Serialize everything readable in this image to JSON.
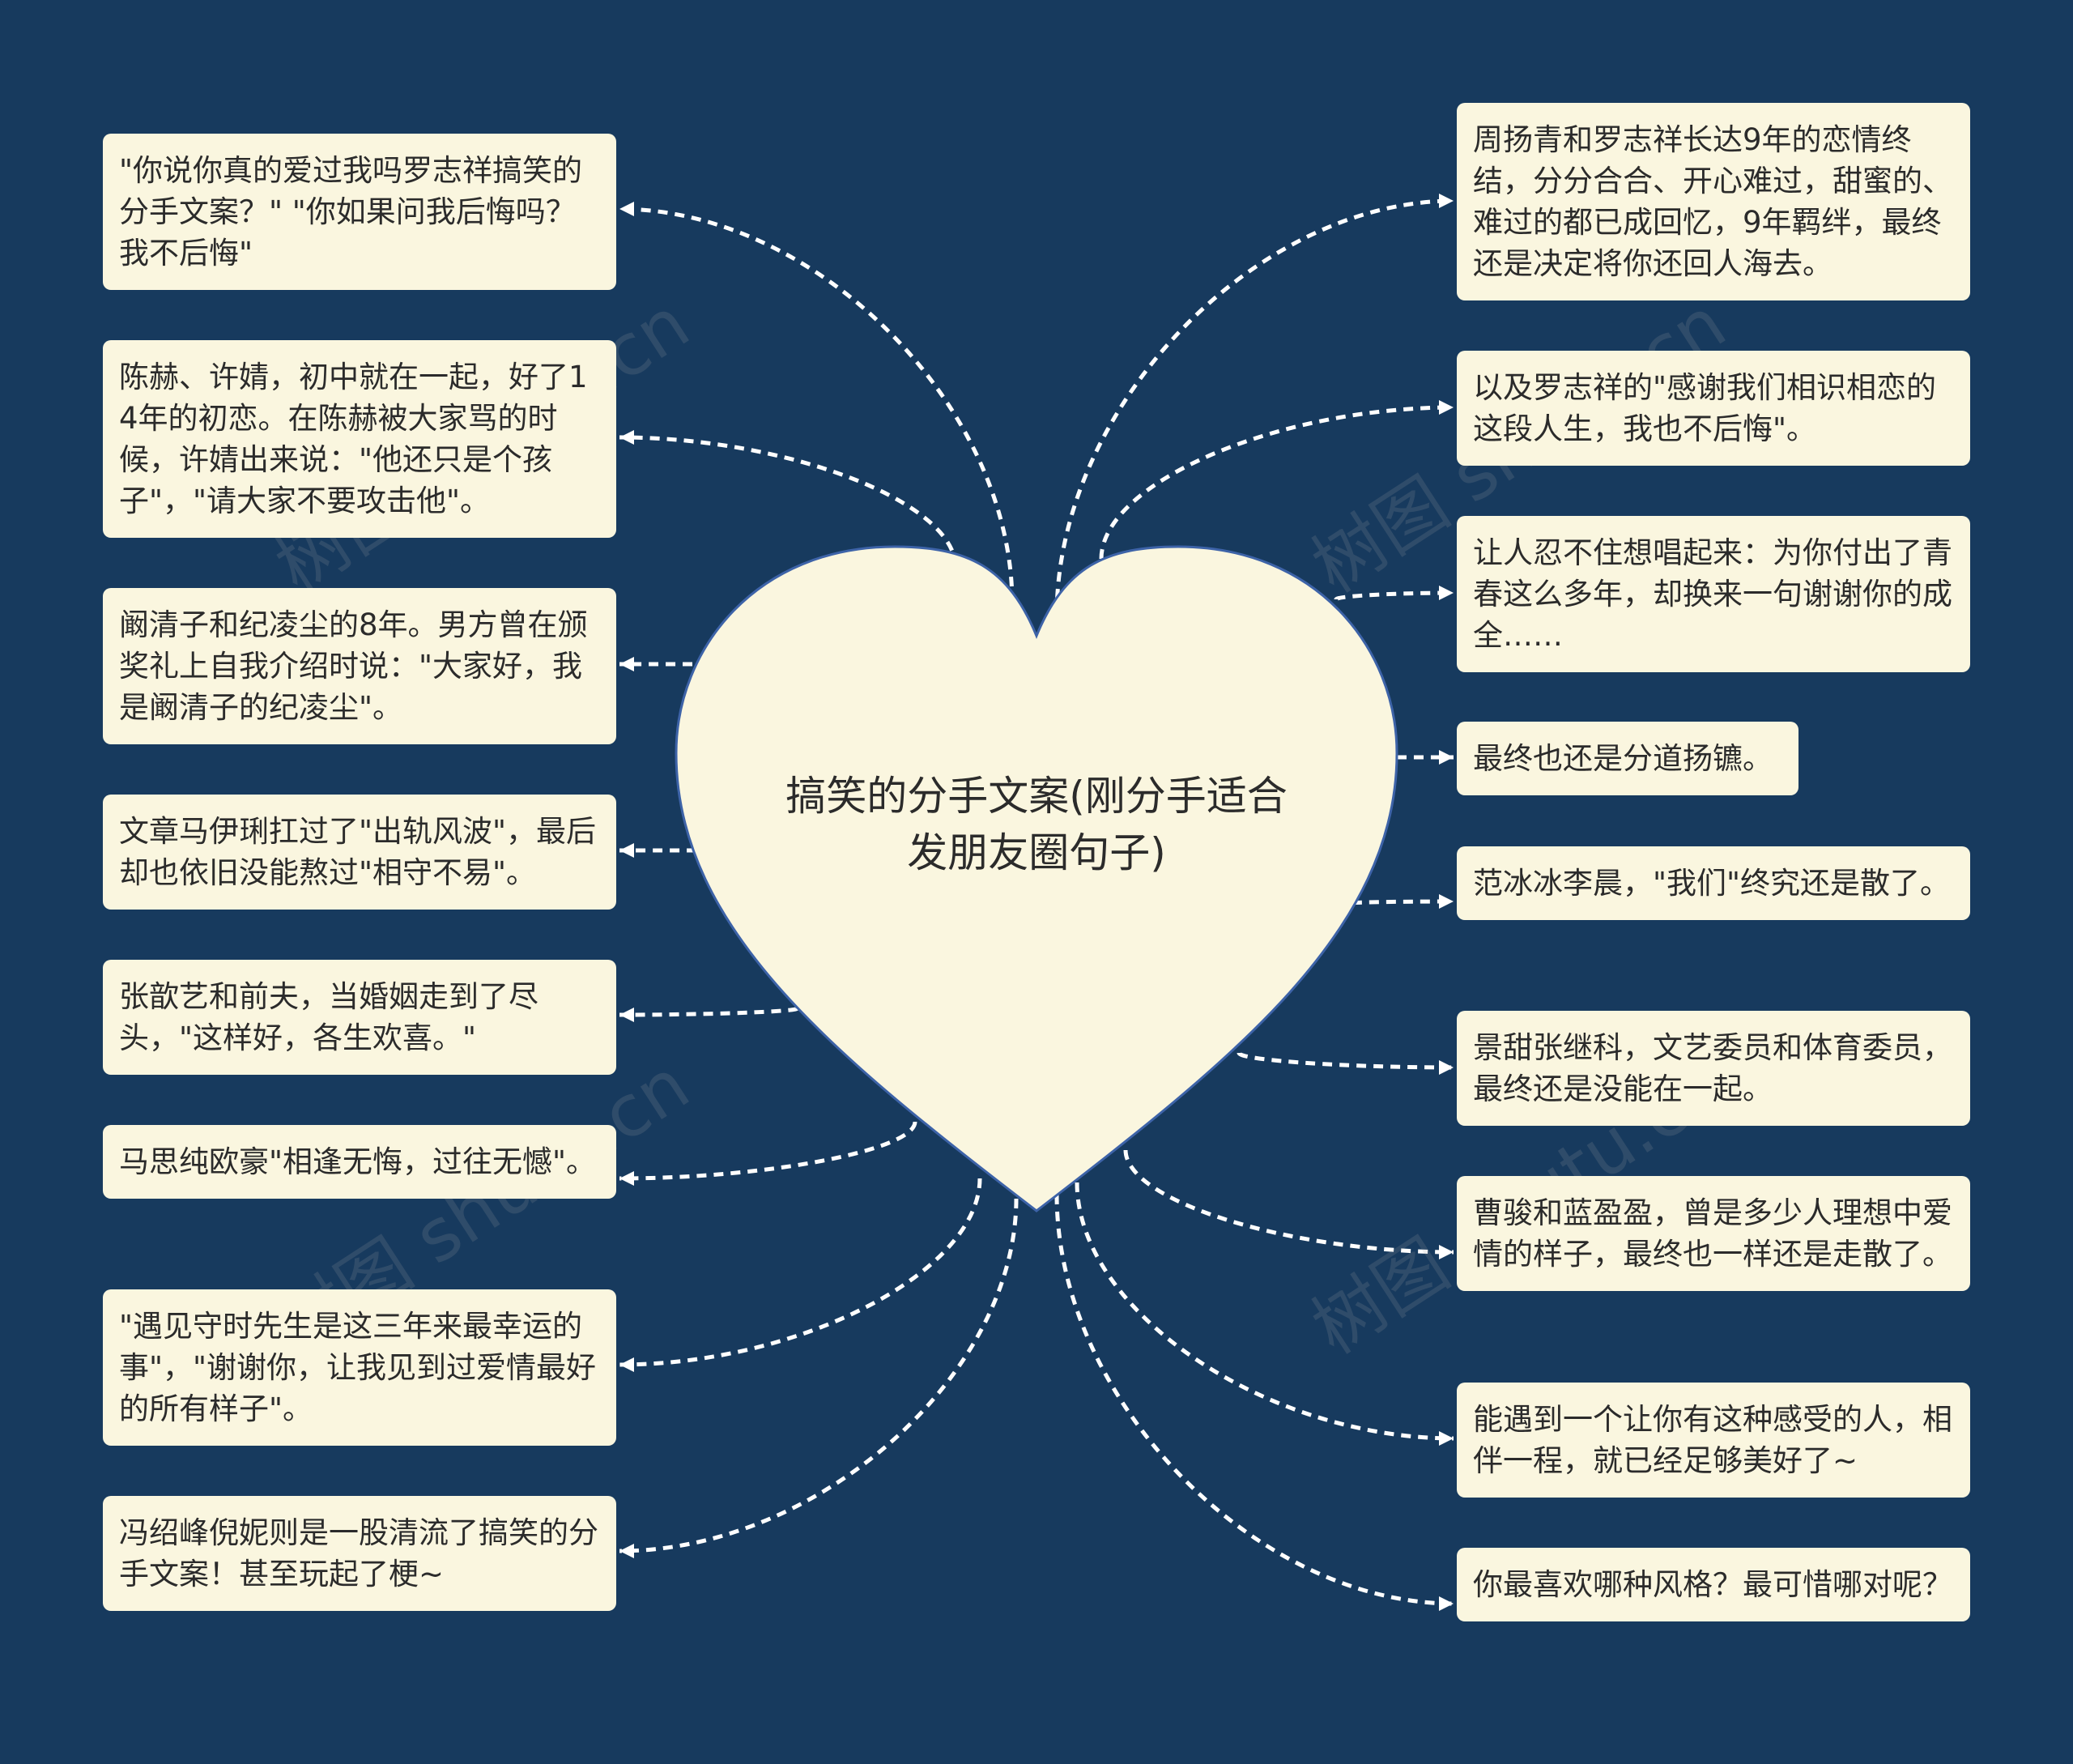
{
  "colors": {
    "background": "#173a5e",
    "node_fill": "#faf6df",
    "heart_fill": "#faf6df",
    "heart_stroke": "#3d63a8",
    "connector": "#ffffff",
    "text": "#2b2b2b"
  },
  "center": {
    "title": "搞笑的分手文案(刚分手适合发朋友圈句子)"
  },
  "left_nodes": [
    {
      "text": "\"你说你真的爱过我吗罗志祥搞笑的分手文案？\" \"你如果问我后悔吗？我不后悔\""
    },
    {
      "text": "陈赫、许婧，初中就在一起，好了14年的初恋。在陈赫被大家骂的时候，许婧出来说：\"他还只是个孩子\"，\"请大家不要攻击他\"。"
    },
    {
      "text": "阚清子和纪凌尘的8年。男方曾在颁奖礼上自我介绍时说：\"大家好，我是阚清子的纪凌尘\"。"
    },
    {
      "text": "文章马伊琍扛过了\"出轨风波\"，最后却也依旧没能熬过\"相守不易\"。"
    },
    {
      "text": "张歆艺和前夫，当婚姻走到了尽头，\"这样好，各生欢喜。\""
    },
    {
      "text": "马思纯欧豪\"相逢无悔，过往无憾\"。"
    },
    {
      "text": "\"遇见守时先生是这三年来最幸运的事\"，\"谢谢你，让我见到过爱情最好的所有样子\"。"
    },
    {
      "text": "冯绍峰倪妮则是一股清流了搞笑的分手文案！甚至玩起了梗~"
    }
  ],
  "right_nodes": [
    {
      "text": "周扬青和罗志祥长达9年的恋情终结，分分合合、开心难过，甜蜜的、难过的都已成回忆，9年羁绊，最终还是决定将你还回人海去。"
    },
    {
      "text": "以及罗志祥的\"感谢我们相识相恋的这段人生，我也不后悔\"。"
    },
    {
      "text": "让人忍不住想唱起来：为你付出了青春这么多年，却换来一句谢谢你的成全……"
    },
    {
      "text": "最终也还是分道扬镳。"
    },
    {
      "text": "范冰冰李晨，\"我们\"终究还是散了。"
    },
    {
      "text": "景甜张继科，文艺委员和体育委员，最终还是没能在一起。"
    },
    {
      "text": "曹骏和蓝盈盈，曾是多少人理想中爱情的样子，最终也一样还是走散了。"
    },
    {
      "text": "能遇到一个让你有这种感受的人，相伴一程，就已经足够美好了~"
    },
    {
      "text": "你最喜欢哪种风格？最可惜哪对呢？"
    }
  ],
  "watermark": {
    "text": "树图 shutu.cn"
  }
}
